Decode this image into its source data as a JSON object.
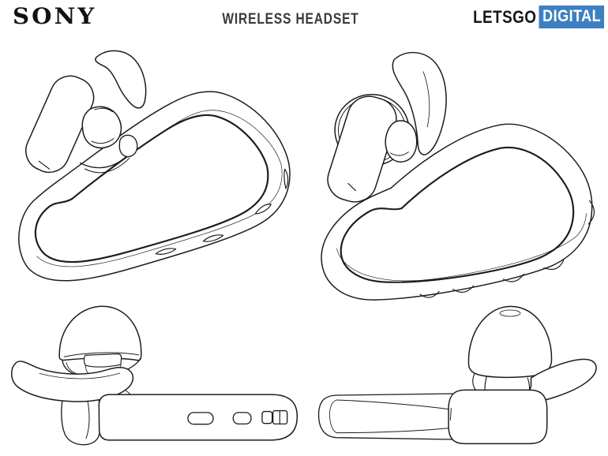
{
  "header": {
    "brand": "SONY",
    "title": "WIRELESS HEADSET",
    "logo": {
      "part1": "LETSGO",
      "part2": "DIGITAL"
    }
  },
  "colors": {
    "page_background": "#ffffff",
    "line_art": "#1c1c1c",
    "brand_text": "#121212",
    "title_text": "#3a3a3a",
    "letsgo_text": "#16161f",
    "digital_badge_bg": "#3e7fc1",
    "digital_badge_text": "#ffffff"
  },
  "figures": [
    {
      "id": "fig-1",
      "name": "earbud-perspective-outer-side"
    },
    {
      "id": "fig-2",
      "name": "earbud-perspective-inner-side"
    },
    {
      "id": "fig-3",
      "name": "earbud-bottom-view-with-ports"
    },
    {
      "id": "fig-4",
      "name": "earbud-top-view"
    }
  ]
}
